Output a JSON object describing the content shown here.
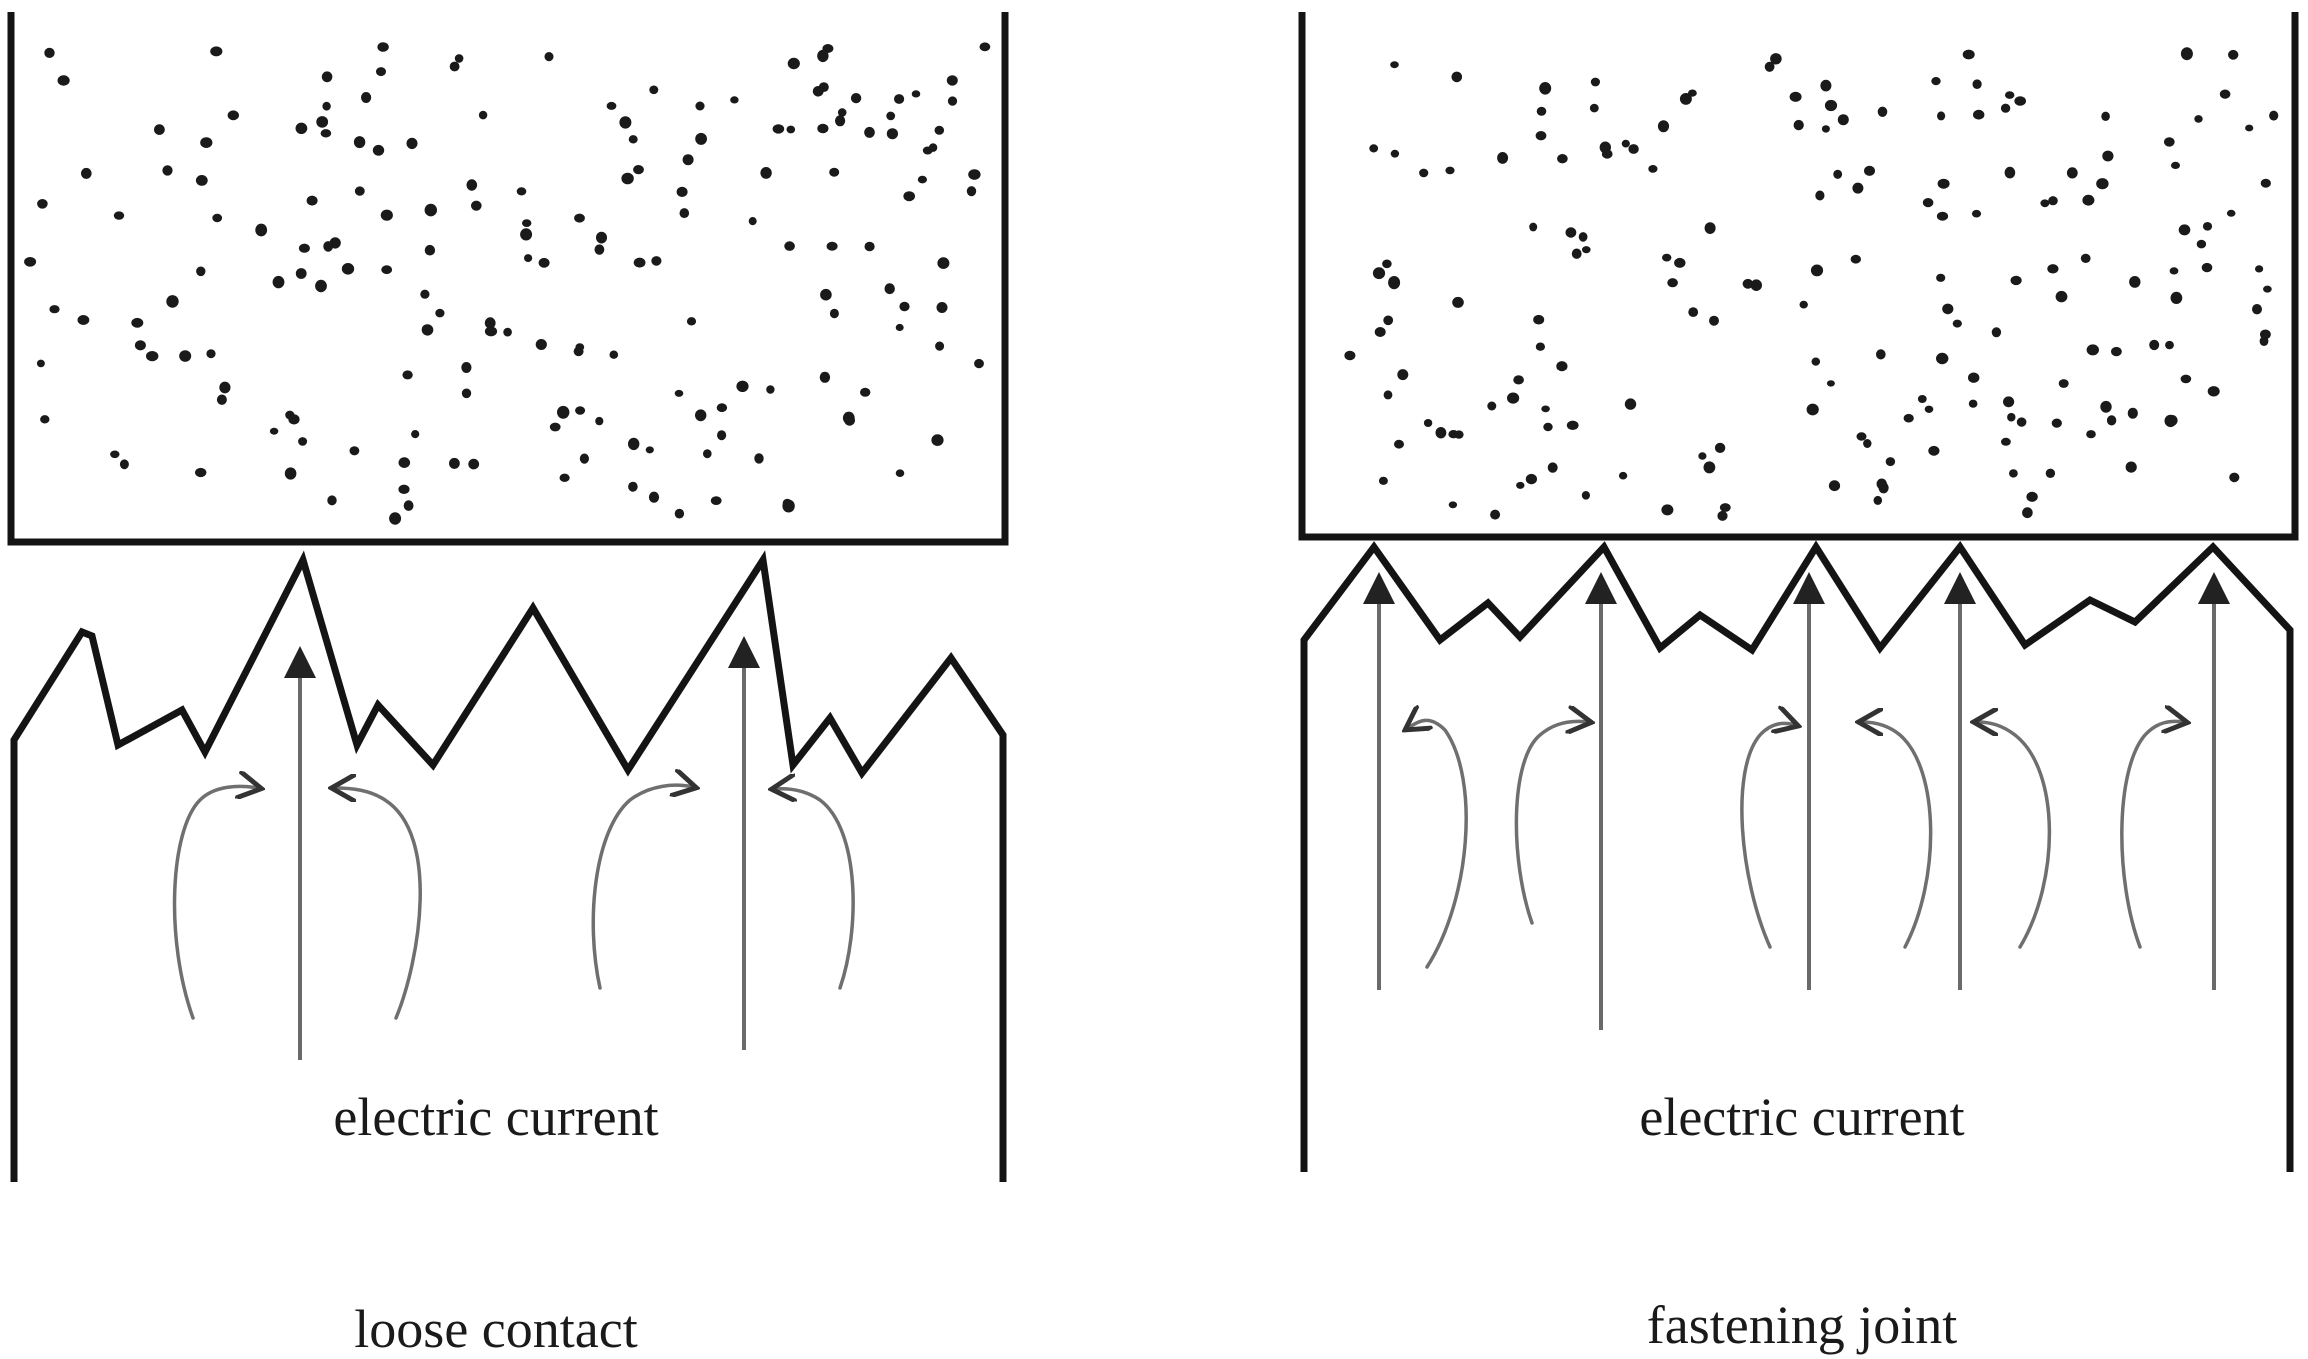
{
  "panels": [
    {
      "id": "loose",
      "current_label": "electric current",
      "caption": "loose contact"
    },
    {
      "id": "fastening",
      "current_label": "electric current",
      "caption": "fastening joint"
    }
  ],
  "colors": {
    "outline": "#141414",
    "current_arrow": "#6a6a6a",
    "particles": "#1a1a1a",
    "text": "#1a1a1a"
  },
  "icons": [
    "arrow-up-icon",
    "curved-arrow-icon"
  ]
}
